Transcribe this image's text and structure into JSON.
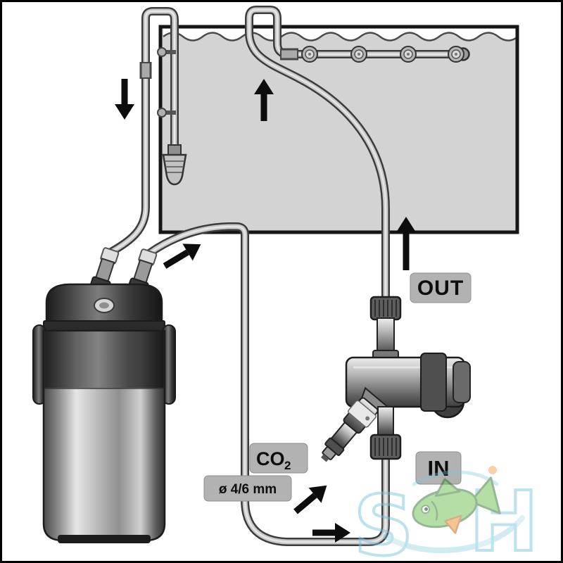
{
  "diagram": {
    "type": "aquarium-external-filter-with-inline-co2-diffuser",
    "labels": {
      "out": "OUT",
      "in": "IN",
      "co2": "CO",
      "co2_subscript": "2",
      "hose_size": "ø 4/6 mm"
    },
    "watermark": {
      "letter_left": "S",
      "letter_right": "H"
    },
    "colors": {
      "label_bg": "#b2b2b2",
      "label_text": "#0d0d0d",
      "tank_fill": "#d3d3d3",
      "tank_border": "#161616",
      "tube_dark": "#3c3c3c",
      "tube_light": "#c9c9c9",
      "arrow": "#0d0d0d",
      "watermark_blue": "#7cc7dd",
      "watermark_green": "#6abf4b",
      "watermark_orange": "#f08a24"
    }
  }
}
